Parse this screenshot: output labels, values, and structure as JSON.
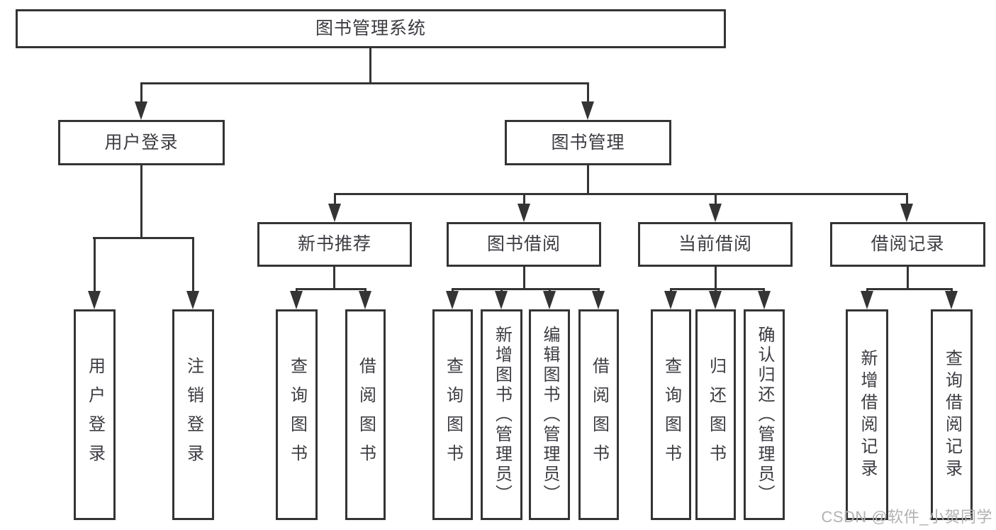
{
  "diagram_title": "图书管理系统",
  "nodes": {
    "root": "图书管理系统",
    "level2": [
      "用户登录",
      "图书管理"
    ],
    "level3": [
      "新书推荐",
      "图书借阅",
      "当前借阅",
      "借阅记录"
    ],
    "leaves": [
      "用户登录",
      "注销登录",
      "查询图书",
      "借阅图书",
      "查询图书",
      "新增图书（管理员）",
      "编辑图书（管理员）",
      "借阅图书",
      "查询图书",
      "归还图书",
      "确认归还（管理员）",
      "新增借阅记录",
      "查询借阅记录"
    ]
  },
  "edges": [
    {
      "from": "图书管理系统",
      "to": "用户登录"
    },
    {
      "from": "图书管理系统",
      "to": "图书管理"
    },
    {
      "from": "用户登录",
      "to": "用户登录"
    },
    {
      "from": "用户登录",
      "to": "注销登录"
    },
    {
      "from": "图书管理",
      "to": "新书推荐"
    },
    {
      "from": "图书管理",
      "to": "图书借阅"
    },
    {
      "from": "图书管理",
      "to": "当前借阅"
    },
    {
      "from": "图书管理",
      "to": "借阅记录"
    },
    {
      "from": "新书推荐",
      "to": "查询图书"
    },
    {
      "from": "新书推荐",
      "to": "借阅图书"
    },
    {
      "from": "图书借阅",
      "to": "查询图书"
    },
    {
      "from": "图书借阅",
      "to": "新增图书（管理员）"
    },
    {
      "from": "图书借阅",
      "to": "编辑图书（管理员）"
    },
    {
      "from": "图书借阅",
      "to": "借阅图书"
    },
    {
      "from": "当前借阅",
      "to": "查询图书"
    },
    {
      "from": "当前借阅",
      "to": "归还图书"
    },
    {
      "from": "当前借阅",
      "to": "确认归还（管理员）"
    },
    {
      "from": "借阅记录",
      "to": "新增借阅记录"
    },
    {
      "from": "借阅记录",
      "to": "查询借阅记录"
    }
  ],
  "watermark": "CSDN @软件_小贺同学",
  "colors": {
    "line": "#343434",
    "text": "#3c3c42",
    "watermark": "#b2b2b2",
    "background": "#ffffff"
  }
}
